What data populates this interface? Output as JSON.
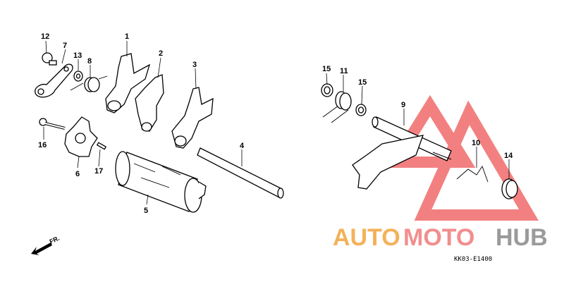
{
  "parts": {
    "p1": "1",
    "p2": "2",
    "p3": "3",
    "p4": "4",
    "p5": "5",
    "p6": "6",
    "p7": "7",
    "p8": "8",
    "p9": "9",
    "p10": "10",
    "p11": "11",
    "p12": "12",
    "p13": "13",
    "p14": "14",
    "p15a": "15",
    "p15b": "15",
    "p16": "16",
    "p17": "17"
  },
  "direction_label": "FR.",
  "diagram_code": "KK03-E1400",
  "watermark": {
    "part1": "AUTO",
    "part2": "MOTO",
    "part3": "HUB",
    "color1": "#f3b25a",
    "color2": "#f28e8e",
    "color3": "#9a9a9a",
    "triangle_color": "#f26a6a"
  }
}
